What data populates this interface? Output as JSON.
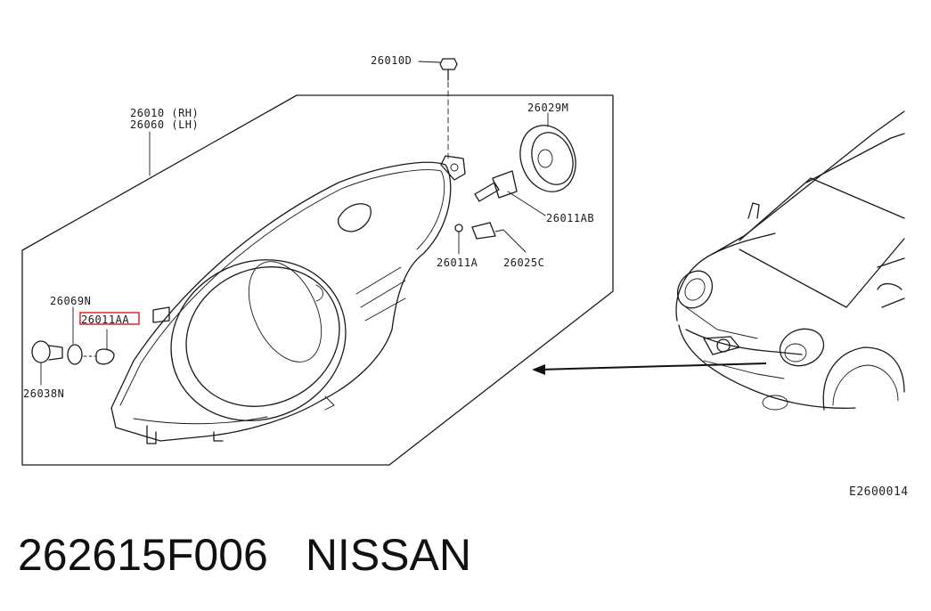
{
  "parts": {
    "p26010d": "26010D",
    "p26010rh": "26010 (RH)",
    "p26060lh": "26060 (LH)",
    "p26029m": "26029M",
    "p26011ab": "26011AB",
    "p26011a": "26011A",
    "p26025c": "26025C",
    "p26069n": "26069N",
    "p26011aa": "26011AA",
    "p26038n": "26038N"
  },
  "highlight_color": "#e0141e",
  "diagram_code": "E2600014",
  "caption": {
    "part_number": "262615F006",
    "brand": "NISSAN"
  }
}
